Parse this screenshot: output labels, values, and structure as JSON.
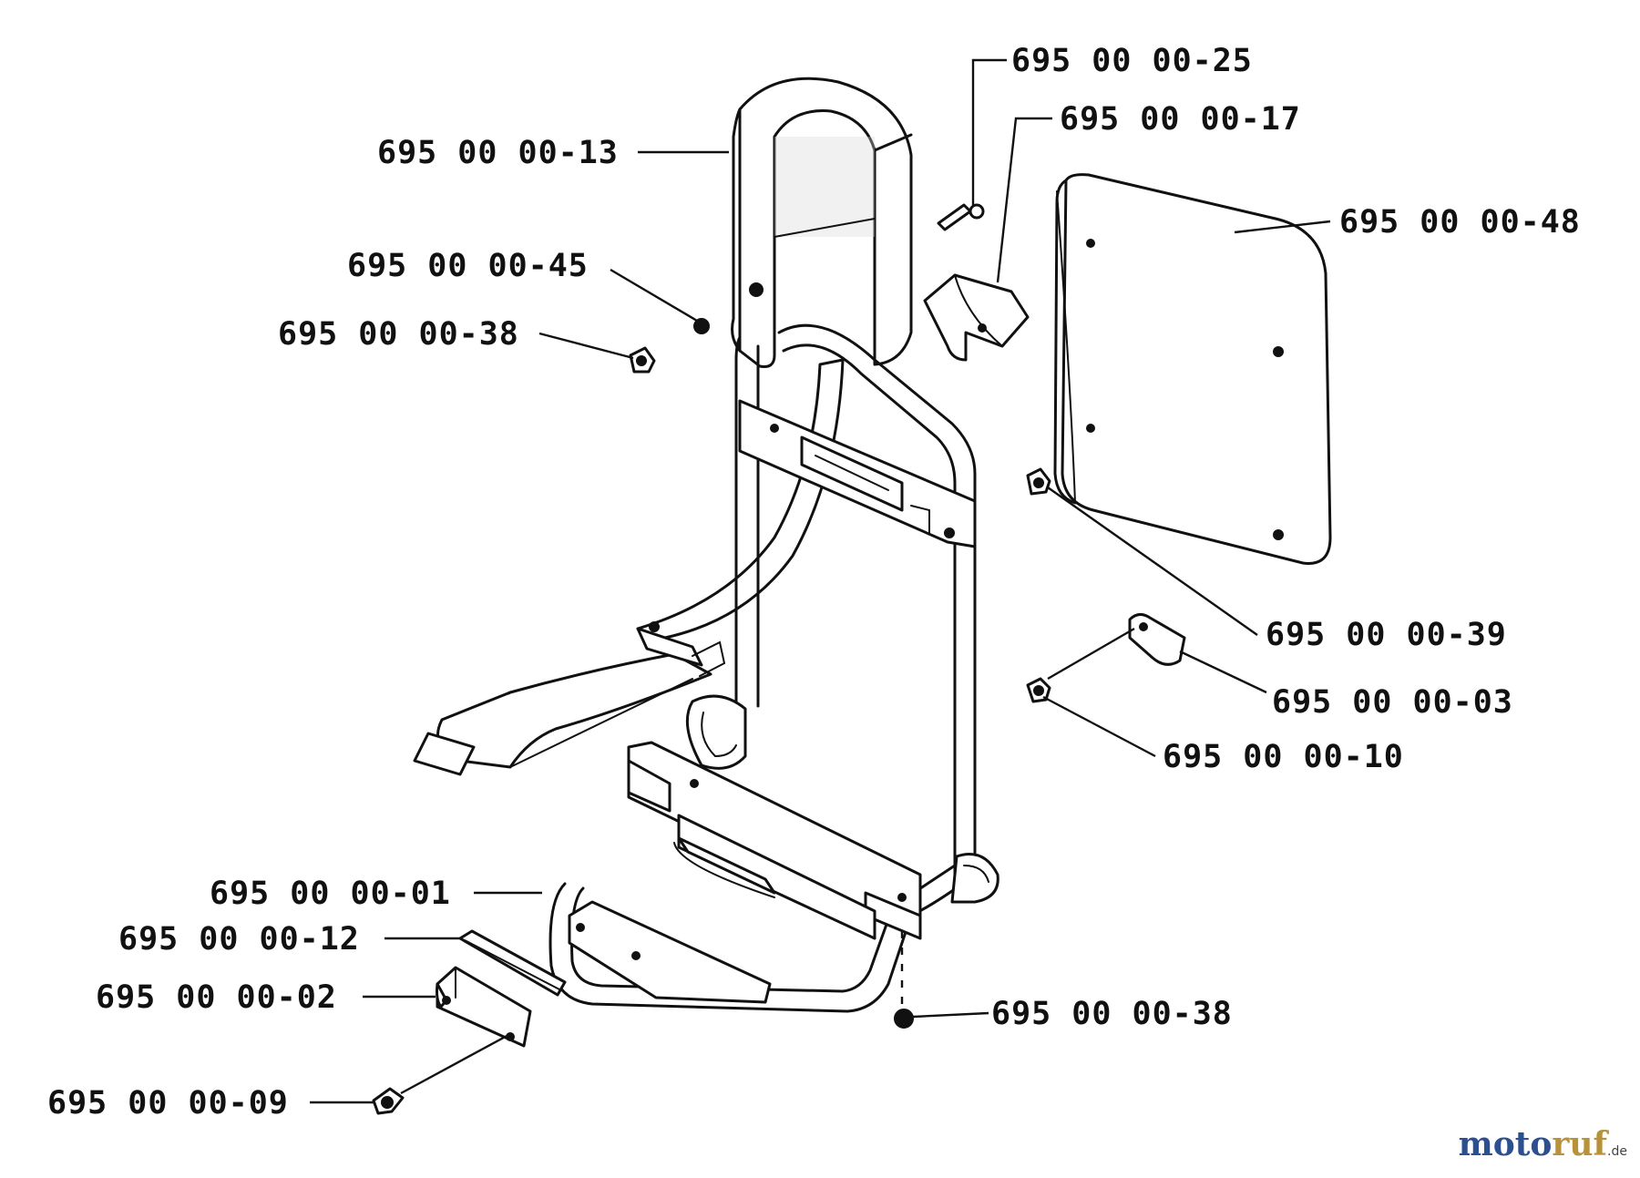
{
  "diagram": {
    "labels": {
      "p25": "695 00 00-25",
      "p17": "695 00 00-17",
      "p13": "695 00 00-13",
      "p48": "695 00 00-48",
      "p45": "695 00 00-45",
      "p38a": "695 00 00-38",
      "p39": "695 00 00-39",
      "p03": "695 00 00-03",
      "p10": "695 00 00-10",
      "p01": "695 00 00-01",
      "p12": "695 00 00-12",
      "p02": "695 00 00-02",
      "p38b": "695 00 00-38",
      "p09": "695 00 00-09"
    }
  },
  "watermark": {
    "part1": "moto",
    "part2": "ruf",
    "suffix": ".de"
  },
  "colors": {
    "ink": "#111111",
    "watermark_blue": "#2b4f8f",
    "watermark_gold": "#b7923a"
  }
}
